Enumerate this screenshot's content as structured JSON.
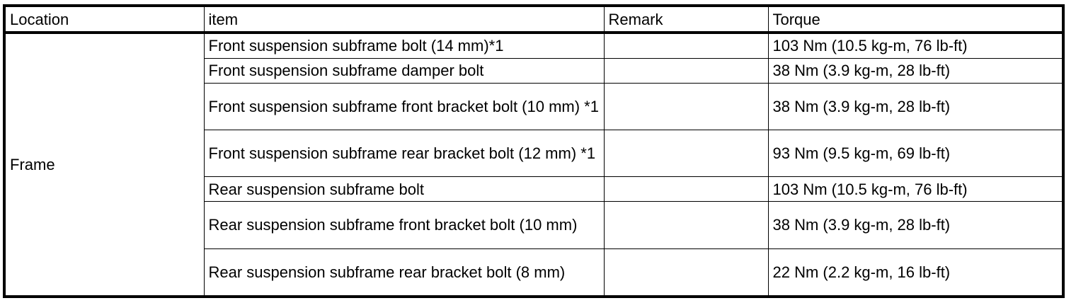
{
  "table": {
    "columns": [
      {
        "key": "location",
        "label": "Location"
      },
      {
        "key": "item",
        "label": "item"
      },
      {
        "key": "remark",
        "label": "Remark"
      },
      {
        "key": "torque",
        "label": "Torque"
      }
    ],
    "location_group": "Frame",
    "rows": [
      {
        "item": "Front suspension subframe bolt (14 mm)*1",
        "remark": "",
        "torque": "103 Nm (10.5 kg-m, 76 lb-ft)",
        "lines": 1
      },
      {
        "item": "Front suspension subframe damper bolt",
        "remark": "",
        "torque": "38 Nm (3.9 kg-m, 28 lb-ft)",
        "lines": 1
      },
      {
        "item": "Front suspension subframe front bracket bolt (10 mm) *1",
        "remark": "",
        "torque": "38 Nm (3.9 kg-m, 28 lb-ft)",
        "lines": 2
      },
      {
        "item": "Front suspension subframe rear bracket bolt (12 mm) *1",
        "remark": "",
        "torque": "93 Nm (9.5 kg-m, 69 lb-ft)",
        "lines": 2
      },
      {
        "item": "Rear suspension subframe bolt",
        "remark": "",
        "torque": "103 Nm (10.5 kg-m, 76 lb-ft)",
        "lines": 1
      },
      {
        "item": "Rear suspension subframe front bracket bolt (10 mm)",
        "remark": "",
        "torque": "38 Nm (3.9 kg-m, 28 lb-ft)",
        "lines": 2
      },
      {
        "item": "Rear suspension subframe rear bracket bolt (8 mm)",
        "remark": "",
        "torque": "22 Nm (2.2 kg-m, 16 lb-ft)",
        "lines": 2
      }
    ]
  },
  "colors": {
    "border": "#000000",
    "text": "#000000",
    "background": "#ffffff"
  }
}
